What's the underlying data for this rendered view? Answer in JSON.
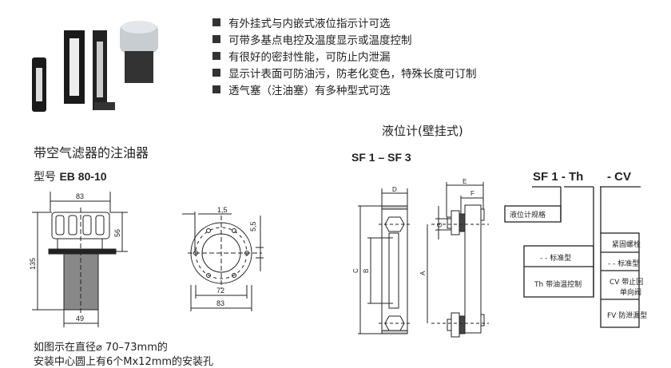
{
  "features": [
    "有外挂式与内嵌式液位指示计可选",
    "可带多基点电控及温度显示或温度控制",
    "有很好的密封性能，可防止内泄漏",
    "显示计表面可防油污，防老化变色，特殊长度可订制",
    "透气塞（注油塞）有多种型式可选"
  ],
  "filler": {
    "title": "带空气滤器的注油器",
    "model_label": "型号",
    "model": "EB 80-10",
    "dims": {
      "top_width": "83",
      "cap_height": "56",
      "total_height": "135",
      "mesh_width": "49",
      "gap": "1,5",
      "hole": "5,5",
      "pcd": "72",
      "outer": "83"
    },
    "note_line1": "如图示在直径⌀ 70–73mm的",
    "note_line2": "安装中心圆上有6个Mx12mm的安装孔"
  },
  "gauge": {
    "title": "液位计(壁挂式)",
    "range": "SF 1 – SF 3",
    "dims": {
      "A": "A",
      "B": "B",
      "C": "C",
      "D": "D",
      "E": "E",
      "F": "F",
      "G": "G"
    }
  },
  "code": {
    "part1": "SF 1 - Th",
    "part2": "- CV",
    "spec": "液位计规格",
    "std1": "- -  标准型",
    "th": "Th 带油温控制",
    "bolt": "紧固螺栓",
    "std2": "- -  标准型",
    "cv1": "CV 带止回",
    "cv2": "单向阀",
    "fv": "FV  防泄漏型"
  }
}
